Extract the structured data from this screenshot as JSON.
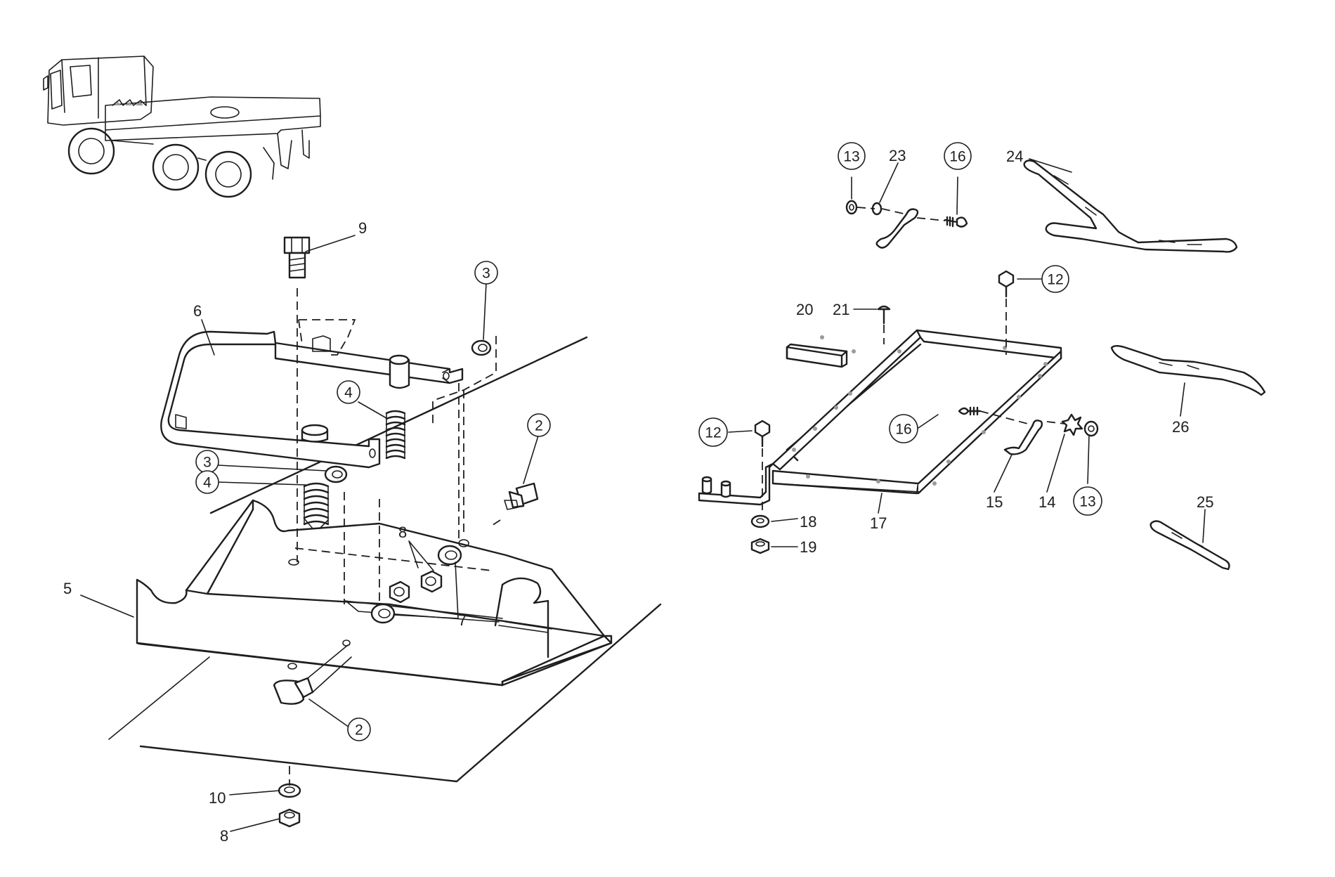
{
  "callouts": {
    "c2a": "2",
    "c2b": "2",
    "c3a": "3",
    "c3b": "3",
    "c4a": "4",
    "c4b": "4",
    "c5": "5",
    "c6": "6",
    "c7": "7",
    "c8a": "8",
    "c8b": "8",
    "c9": "9",
    "c10": "10",
    "c12a": "12",
    "c12b": "12",
    "c13a": "13",
    "c13b": "13",
    "c14": "14",
    "c15": "15",
    "c16a": "16",
    "c16b": "16",
    "c17": "17",
    "c18": "18",
    "c19": "19",
    "c20": "20",
    "c21": "21",
    "c23": "23",
    "c24": "24",
    "c25": "25",
    "c26": "26"
  },
  "colors": {
    "ink": "#1e1e1e",
    "paper": "#ffffff"
  }
}
